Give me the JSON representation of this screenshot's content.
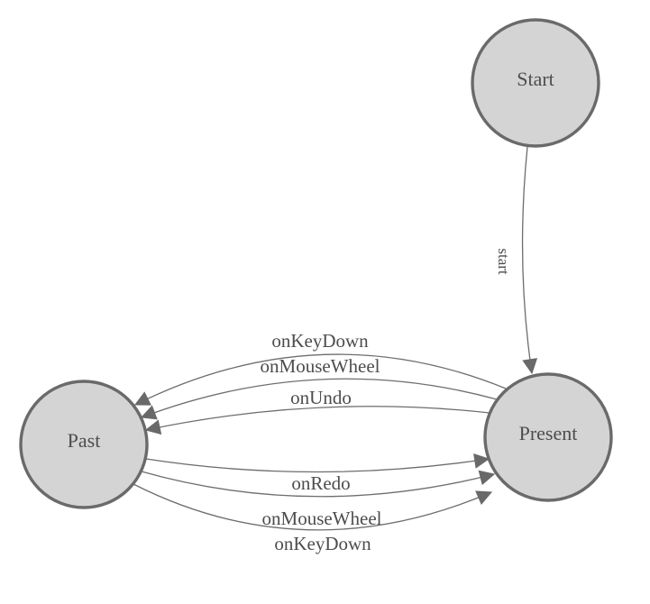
{
  "diagram": {
    "nodes": [
      {
        "id": "start",
        "label": "Start"
      },
      {
        "id": "past",
        "label": "Past"
      },
      {
        "id": "present",
        "label": "Present"
      }
    ],
    "edges": [
      {
        "label": "start",
        "from": "Start",
        "to": "Present"
      },
      {
        "label": "onKeyDown",
        "from": "Present",
        "to": "Past"
      },
      {
        "label": "onMouseWheel",
        "from": "Present",
        "to": "Past"
      },
      {
        "label": "onUndo",
        "from": "Present",
        "to": "Past"
      },
      {
        "label": "onRedo",
        "from": "Past",
        "to": "Present"
      },
      {
        "label": "onMouseWheel",
        "from": "Past",
        "to": "Present"
      },
      {
        "label": "onKeyDown",
        "from": "Past",
        "to": "Present"
      }
    ],
    "colors": {
      "background": "#ffffff",
      "node_fill": "#d4d4d4",
      "node_stroke": "#6a6a6a",
      "edge_stroke": "#6d6d6d",
      "arrowhead_fill": "#696969",
      "label_text": "#4d4d4d"
    }
  }
}
